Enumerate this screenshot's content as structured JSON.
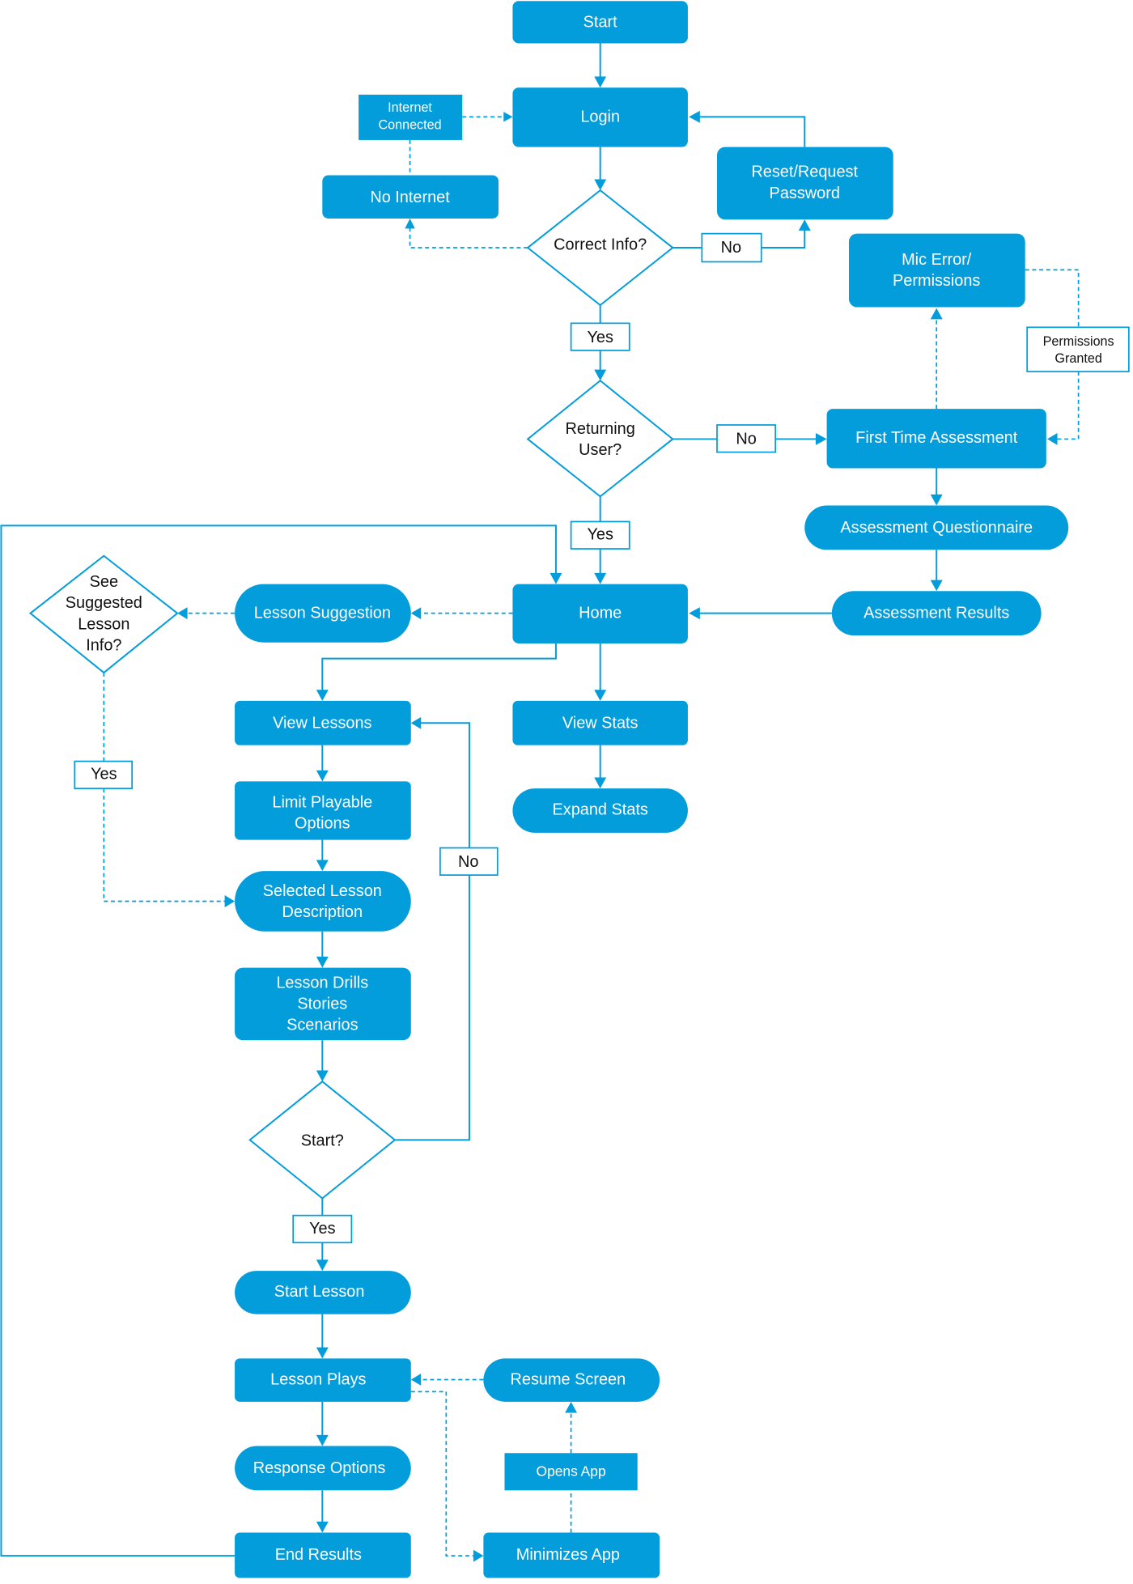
{
  "diagram": {
    "title": "App user flow",
    "accent_color": "#039ddb",
    "nodes": {
      "start": "Start",
      "login": "Login",
      "internet_connected": [
        "Internet",
        "Connected"
      ],
      "no_internet": "No Internet",
      "reset_password": [
        "Reset/Request",
        "Password"
      ],
      "correct_info": "Correct Info?",
      "mic_error": [
        "Mic Error/",
        "Permissions"
      ],
      "permissions_granted": [
        "Permissions",
        "Granted"
      ],
      "returning_user": [
        "Returning",
        "User?"
      ],
      "first_time_assessment": "First Time Assessment",
      "assessment_questionnaire": "Assessment Questionnaire",
      "assessment_results": "Assessment Results",
      "home": "Home",
      "lesson_suggestion": "Lesson Suggestion",
      "see_suggested": [
        "See",
        "Suggested",
        "Lesson",
        "Info?"
      ],
      "view_lessons": "View Lessons",
      "view_stats": "View Stats",
      "expand_stats": "Expand Stats",
      "limit_playable": [
        "Limit Playable",
        "Options"
      ],
      "selected_lesson": [
        "Selected Lesson",
        "Description"
      ],
      "lesson_drills": [
        "Lesson Drills",
        "Stories",
        "Scenarios"
      ],
      "start_q": "Start?",
      "start_lesson": "Start Lesson",
      "lesson_plays": "Lesson Plays",
      "resume_screen": "Resume Screen",
      "opens_app": "Opens App",
      "response_options": "Response Options",
      "end_results": "End Results",
      "minimizes_app": "Minimizes App"
    },
    "edge_labels": {
      "correct_no": "No",
      "correct_yes": "Yes",
      "returning_no": "No",
      "returning_yes": "Yes",
      "suggested_yes": "Yes",
      "start_no": "No",
      "start_yes": "Yes"
    }
  }
}
